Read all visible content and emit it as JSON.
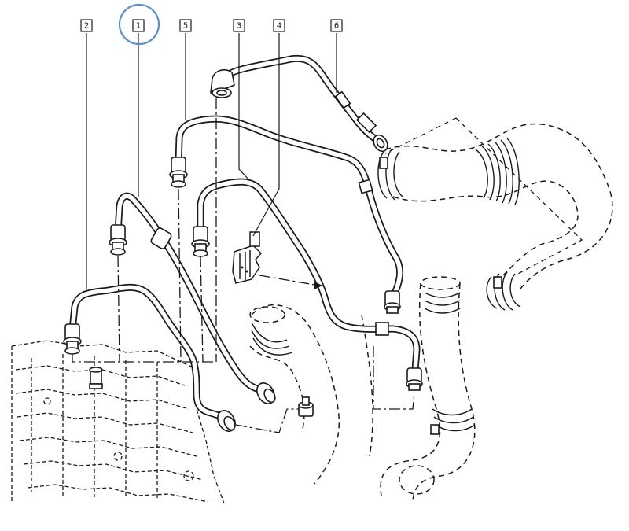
{
  "callouts": [
    {
      "id": "2",
      "label": "2"
    },
    {
      "id": "1",
      "label": "1",
      "highlighted": true
    },
    {
      "id": "5",
      "label": "5"
    },
    {
      "id": "3",
      "label": "3"
    },
    {
      "id": "4",
      "label": "4"
    },
    {
      "id": "6",
      "label": "6"
    }
  ],
  "colors": {
    "line": "#1a1a1a",
    "highlight": "#5b8fc9",
    "background": "#ffffff"
  }
}
